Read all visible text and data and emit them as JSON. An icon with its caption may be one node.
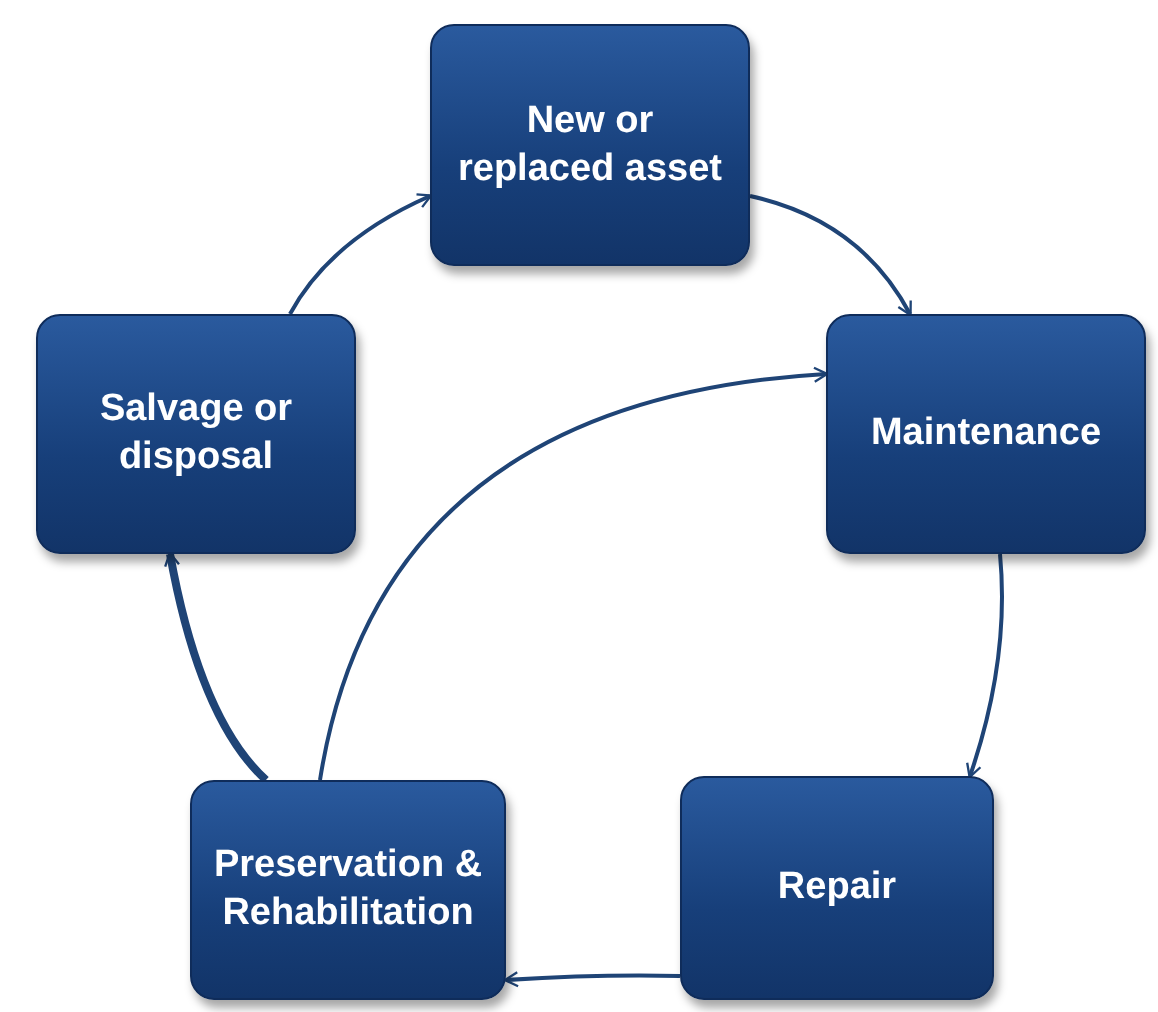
{
  "diagram": {
    "nodes": [
      {
        "text": [
          "New or replaced asset"
        ]
      },
      {
        "text": [
          "Maintenance"
        ]
      },
      {
        "text": [
          "Repair"
        ]
      },
      {
        "text": [
          "Preservation & Rehabilitation"
        ]
      },
      {
        "text": [
          "Salvage or disposal"
        ]
      }
    ],
    "edges": [
      {
        "from": 0,
        "to": 1,
        "arrow": "to"
      },
      {
        "from": 1,
        "to": 2,
        "arrow": "to"
      },
      {
        "from": 2,
        "to": 3,
        "arrow": "to"
      },
      {
        "from": 3,
        "to": 4,
        "arrow": "to",
        "style": "thick"
      },
      {
        "from": 4,
        "to": 0,
        "arrow": "to"
      },
      {
        "from": 3,
        "to": 1,
        "arrow": "to"
      }
    ]
  }
}
